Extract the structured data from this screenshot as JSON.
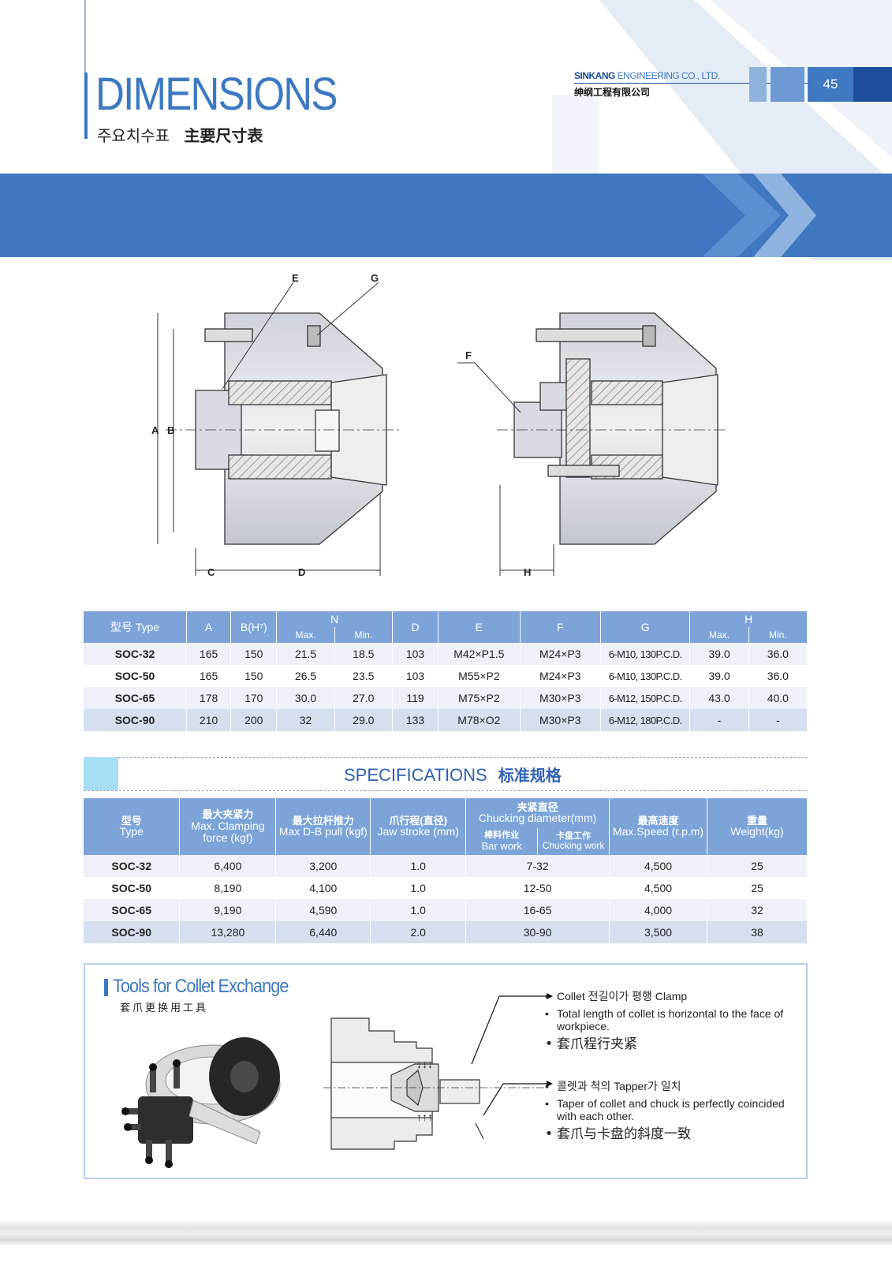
{
  "header": {
    "title": "DIMENSIONS",
    "subtitle_ko": "주요치수표",
    "subtitle_cn": "主要尺寸表",
    "company_bold": "SINKANG",
    "company_rest": " ENGINEERING CO., LTD.",
    "company_cn": "绅纲工程有限公司",
    "page_number": "45"
  },
  "drawing_labels": {
    "e": "E",
    "g": "G",
    "a": "A",
    "b": "B",
    "c": "C",
    "d": "D",
    "f": "F",
    "h": "H"
  },
  "dim_table": {
    "headers": {
      "type": "型号  Type",
      "a": "A",
      "b": "B(H⁷)",
      "n": "N",
      "n_max": "Max.",
      "n_min": "Min.",
      "d": "D",
      "e": "E",
      "f": "F",
      "g": "G",
      "h": "H",
      "h_max": "Max.",
      "h_min": "Min."
    },
    "rows": [
      [
        "SOC-32",
        "165",
        "150",
        "21.5",
        "18.5",
        "103",
        "M42×P1.5",
        "M24×P3",
        "6-M10, 130P.C.D.",
        "39.0",
        "36.0"
      ],
      [
        "SOC-50",
        "165",
        "150",
        "26.5",
        "23.5",
        "103",
        "M55×P2",
        "M24×P3",
        "6-M10, 130P.C.D.",
        "39.0",
        "36.0"
      ],
      [
        "SOC-65",
        "178",
        "170",
        "30.0",
        "27.0",
        "119",
        "M75×P2",
        "M30×P3",
        "6-M12, 150P.C.D.",
        "43.0",
        "40.0"
      ],
      [
        "SOC-90",
        "210",
        "200",
        "32",
        "29.0",
        "133",
        "M78×O2",
        "M30×P3",
        "6-M12, 180P.C.D.",
        "-",
        "-"
      ]
    ]
  },
  "specifications": {
    "title": "SPECIFICATIONS",
    "title_cn": "标准规格",
    "headers": {
      "type_cn": "型号",
      "type": "Type",
      "clamp_cn": "最大夹紧力",
      "clamp": "Max. Clamping force (kgf)",
      "pull_cn": "最大拉杆推力",
      "pull": "Max D-B pull (kgf)",
      "stroke_cn": "爪行程(直径)",
      "stroke": "Jaw stroke (mm)",
      "chuck_cn": "夹紧直径",
      "chuck": "Chucking diameter(mm)",
      "bar_cn": "棒料作业",
      "bar": "Bar work",
      "chucking_cn": "卡盘工作",
      "chucking": "Chucking work",
      "speed_cn": "最高速度",
      "speed": "Max.Speed (r.p.m)",
      "weight_cn": "重量",
      "weight": "Weight(kg)"
    },
    "rows": [
      [
        "SOC-32",
        "6,400",
        "3,200",
        "1.0",
        "7-32",
        "4,500",
        "25"
      ],
      [
        "SOC-50",
        "8,190",
        "4,100",
        "1.0",
        "12-50",
        "4,500",
        "25"
      ],
      [
        "SOC-65",
        "9,190",
        "4,590",
        "1.0",
        "16-65",
        "4,000",
        "32"
      ],
      [
        "SOC-90",
        "13,280",
        "6,440",
        "2.0",
        "30-90",
        "3,500",
        "38"
      ]
    ]
  },
  "tools": {
    "title": "Tools for Collet Exchange",
    "subtitle": "套爪更换用工具",
    "notes": [
      "Collet 전길이가 평행 Clamp",
      "Total length of collet is horizontal to the face of workpiece.",
      "套爪程行夹紧",
      "콜렛과 척의 Tapper가 일치",
      "Taper of collet and chuck is perfectly coincided with each other.",
      "套爪与卡盘的斜度一致"
    ]
  },
  "colors": {
    "brand_blue": "#3d79c2",
    "table_header": "#7ca4d8",
    "band": "#3f78c0"
  }
}
